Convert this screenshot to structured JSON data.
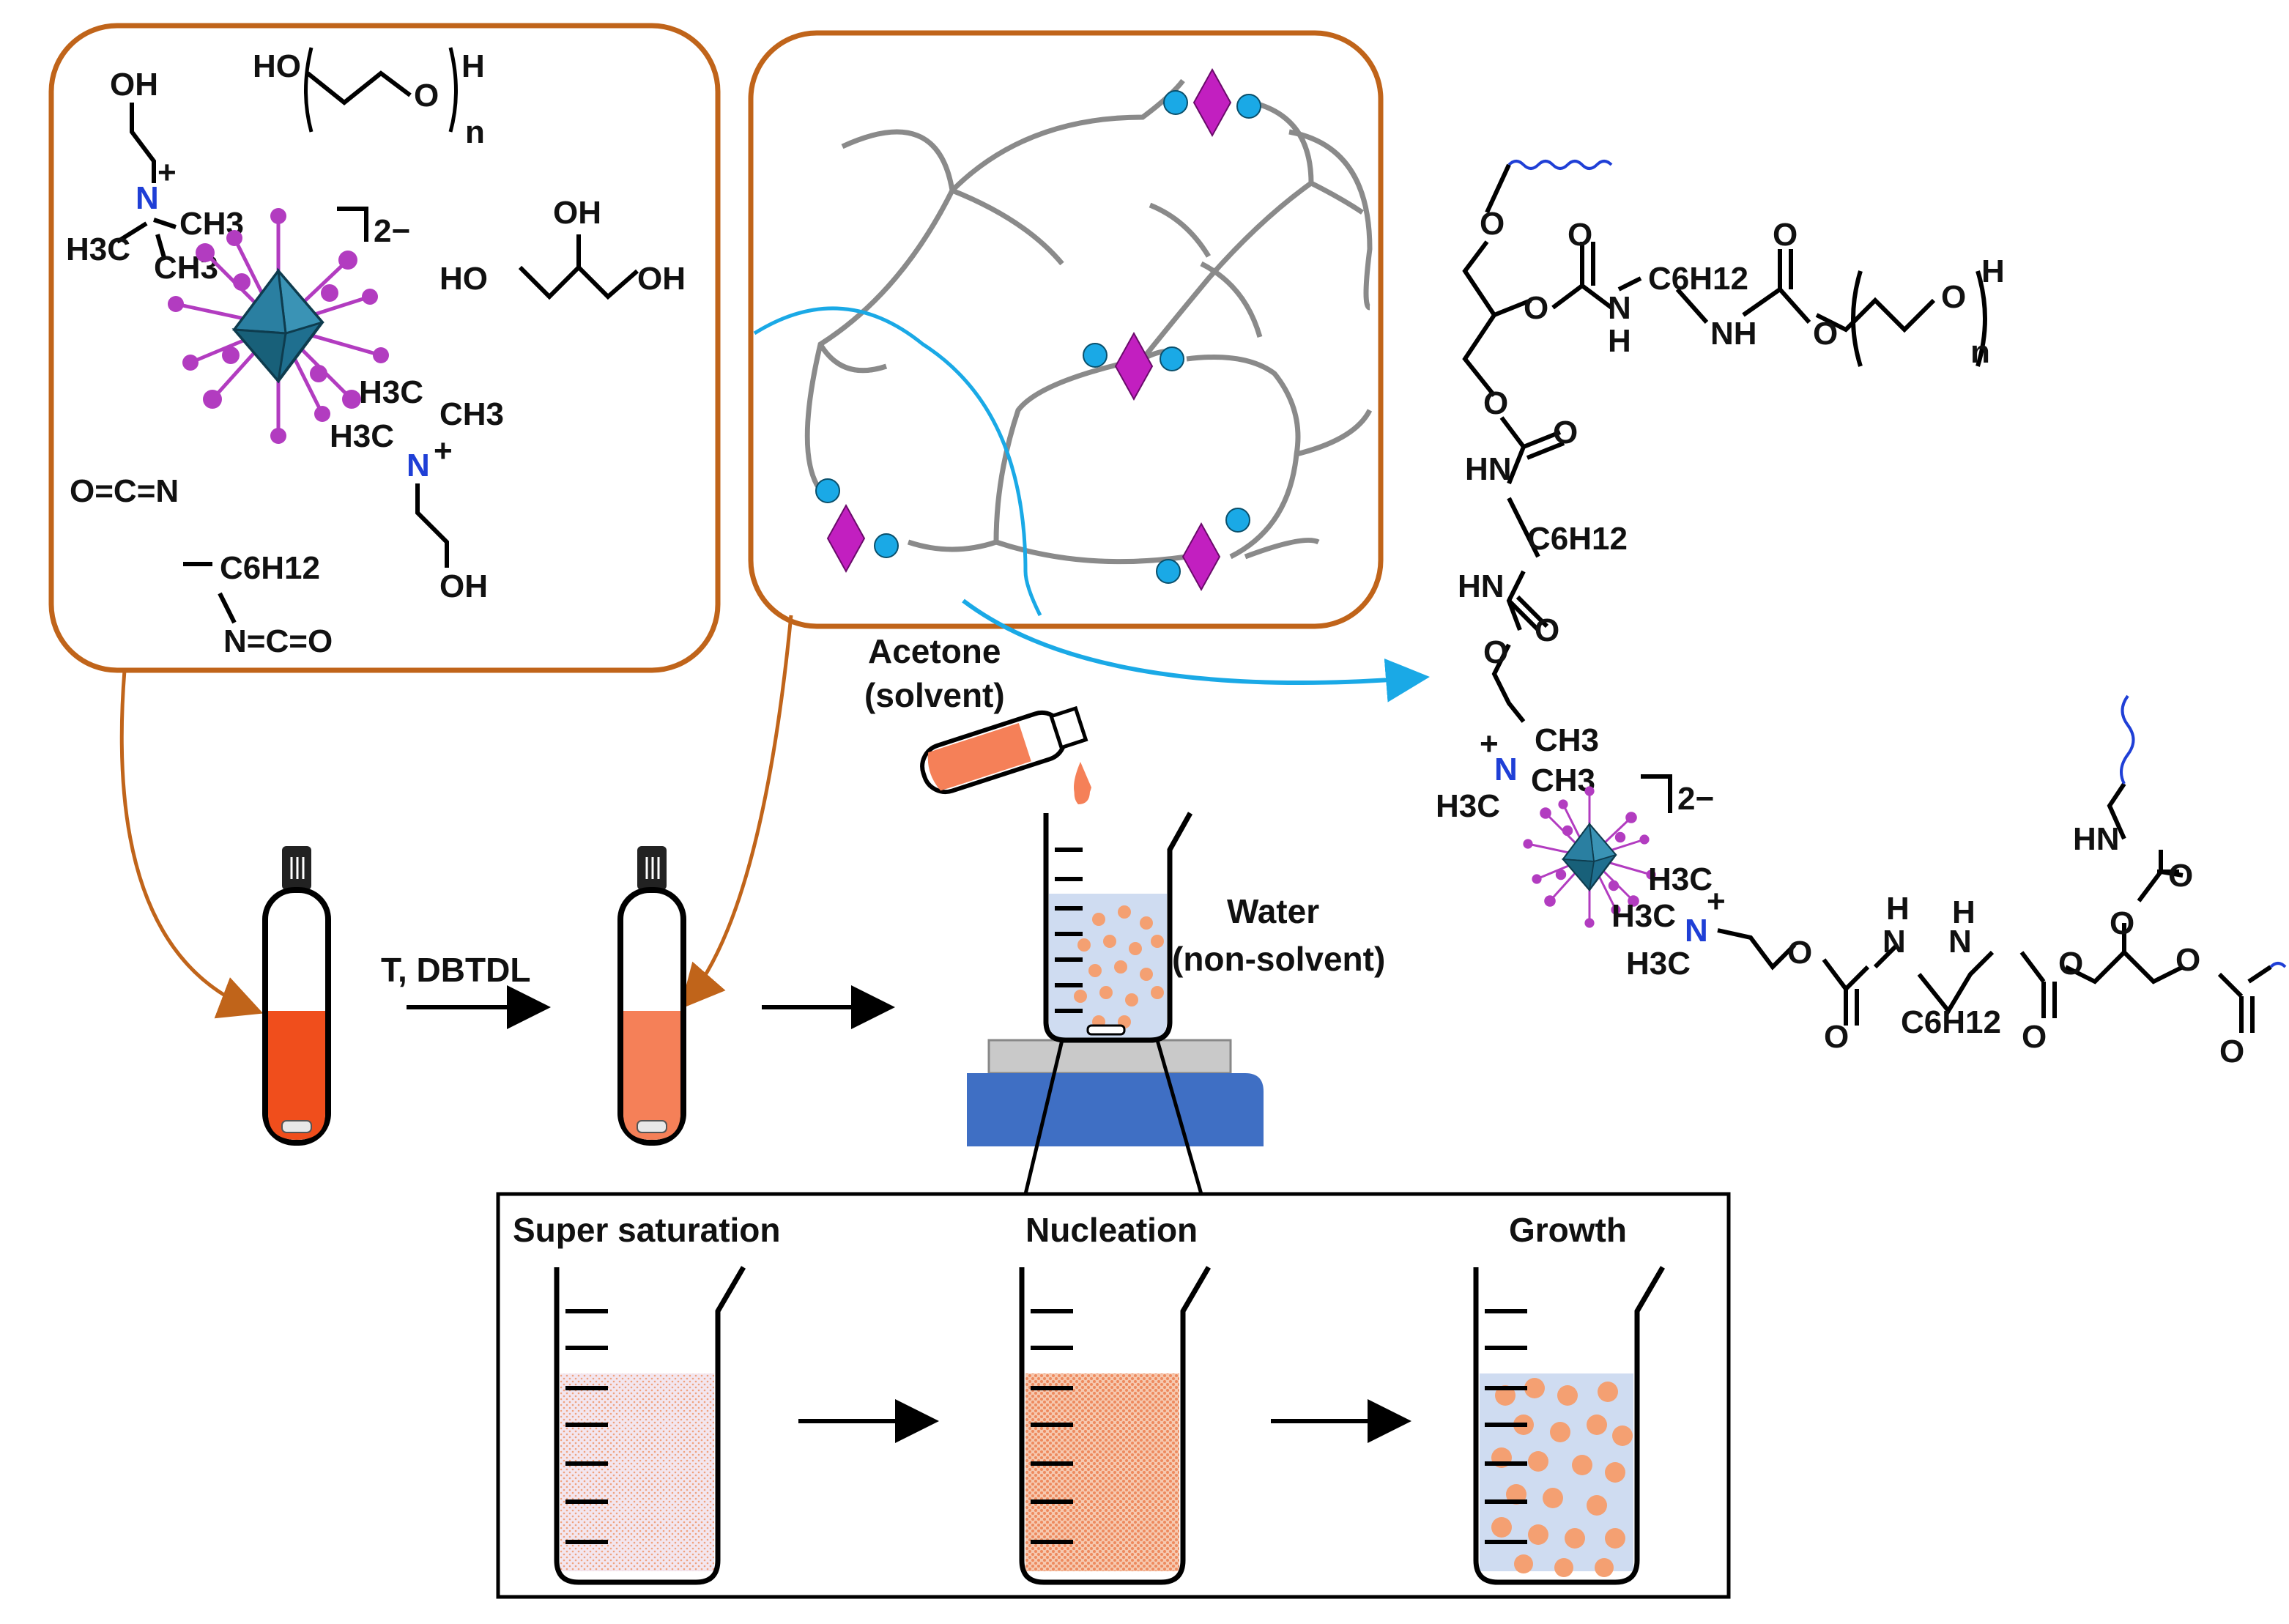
{
  "labels": {
    "step1": "T, DBTDL",
    "acetone": "Acetone",
    "acetone_sub": "(solvent)",
    "water": "Water",
    "water_sub": "(non-solvent)",
    "stage1": "Super saturation",
    "stage2": "Nucleation",
    "stage3": "Growth"
  },
  "chemistry": {
    "oh": "OH",
    "ho": "HO",
    "h": "H",
    "n_sub": "n",
    "n_plus": "N",
    "plus": "+",
    "h3c": "H3C",
    "ch3": "CH3",
    "charge": "2−",
    "o": "O",
    "nh": "NH",
    "hn": "HN",
    "n": "N",
    "c6h12": "C6H12",
    "nco": "N=C=O",
    "ocn": "O=C=N"
  },
  "colors": {
    "frame_orange": "#c0641a",
    "cluster_teal": "#1f6f8f",
    "ligand_magenta": "#b23cc0",
    "diamond_magenta": "#c21fc0",
    "bead_cyan": "#1aa9e6",
    "polymer_gray": "#8a8a8a",
    "blue_link": "#1aa9e6",
    "nitrogen_blue": "#1f3fd6",
    "vial_fill_dark": "#f04e1c",
    "vial_fill_light": "#f58058",
    "water_blue": "#cfdcf1",
    "particle_orange": "#f4a072",
    "stirrer_blue": "#3f6fc4"
  }
}
